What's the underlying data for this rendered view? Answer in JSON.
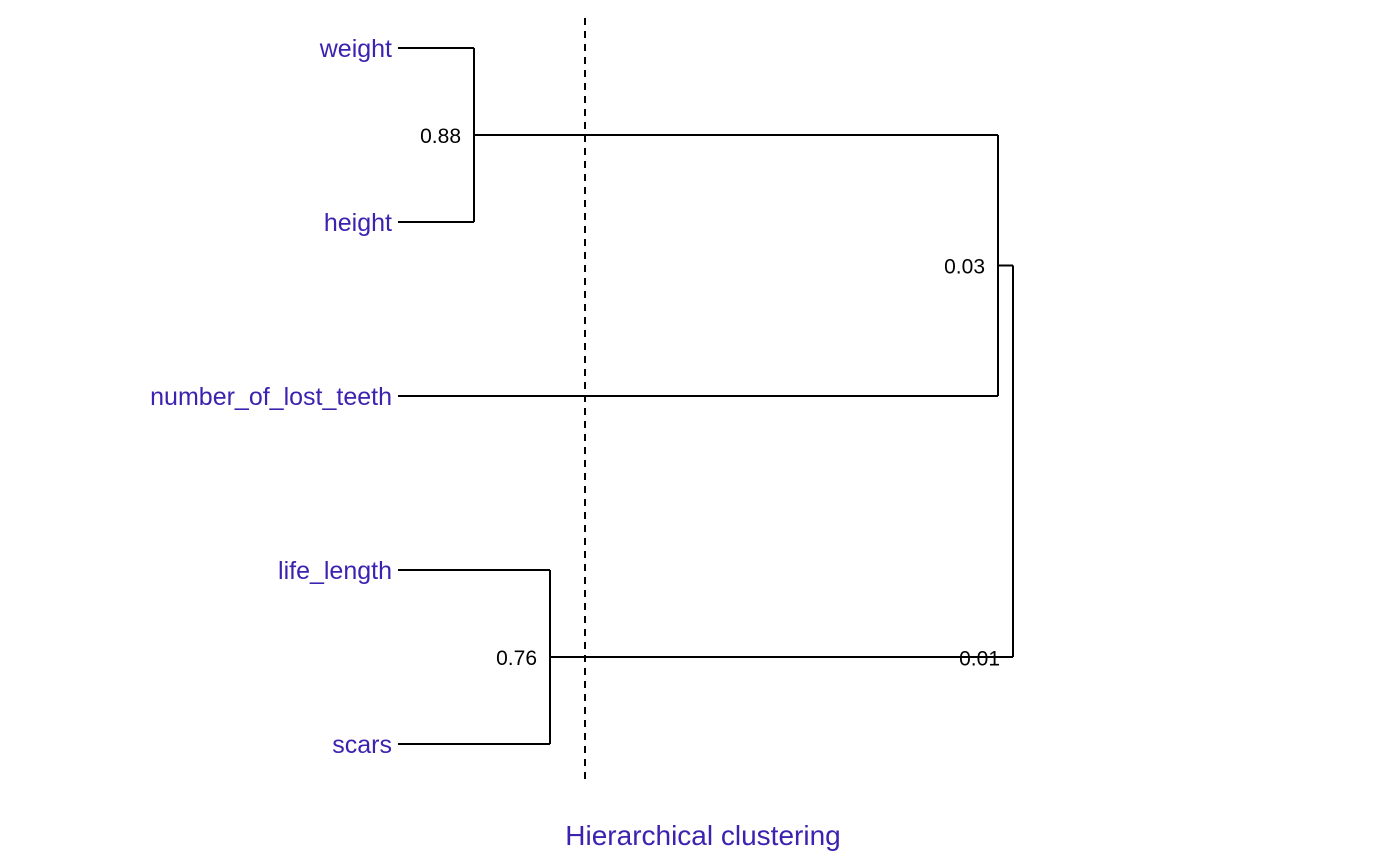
{
  "title": "Hierarchical clustering",
  "colors": {
    "label": "#3d22b0",
    "line": "#000000",
    "background": "#ffffff"
  },
  "leaves": [
    {
      "id": "weight",
      "label": "weight"
    },
    {
      "id": "height",
      "label": "height"
    },
    {
      "id": "teeth",
      "label": "number_of_lost_teeth"
    },
    {
      "id": "life",
      "label": "life_length"
    },
    {
      "id": "scars",
      "label": "scars"
    }
  ],
  "merges": [
    {
      "id": "m1",
      "children": [
        "weight",
        "height"
      ],
      "value": "0.88"
    },
    {
      "id": "m2",
      "children": [
        "life",
        "scars"
      ],
      "value": "0.76"
    },
    {
      "id": "m3",
      "children": [
        "m1",
        "teeth"
      ],
      "value": "0.03"
    },
    {
      "id": "m4",
      "children": [
        "m3",
        "m2"
      ],
      "value": "0.01"
    }
  ],
  "cut_line": {
    "style": "dashed"
  }
}
